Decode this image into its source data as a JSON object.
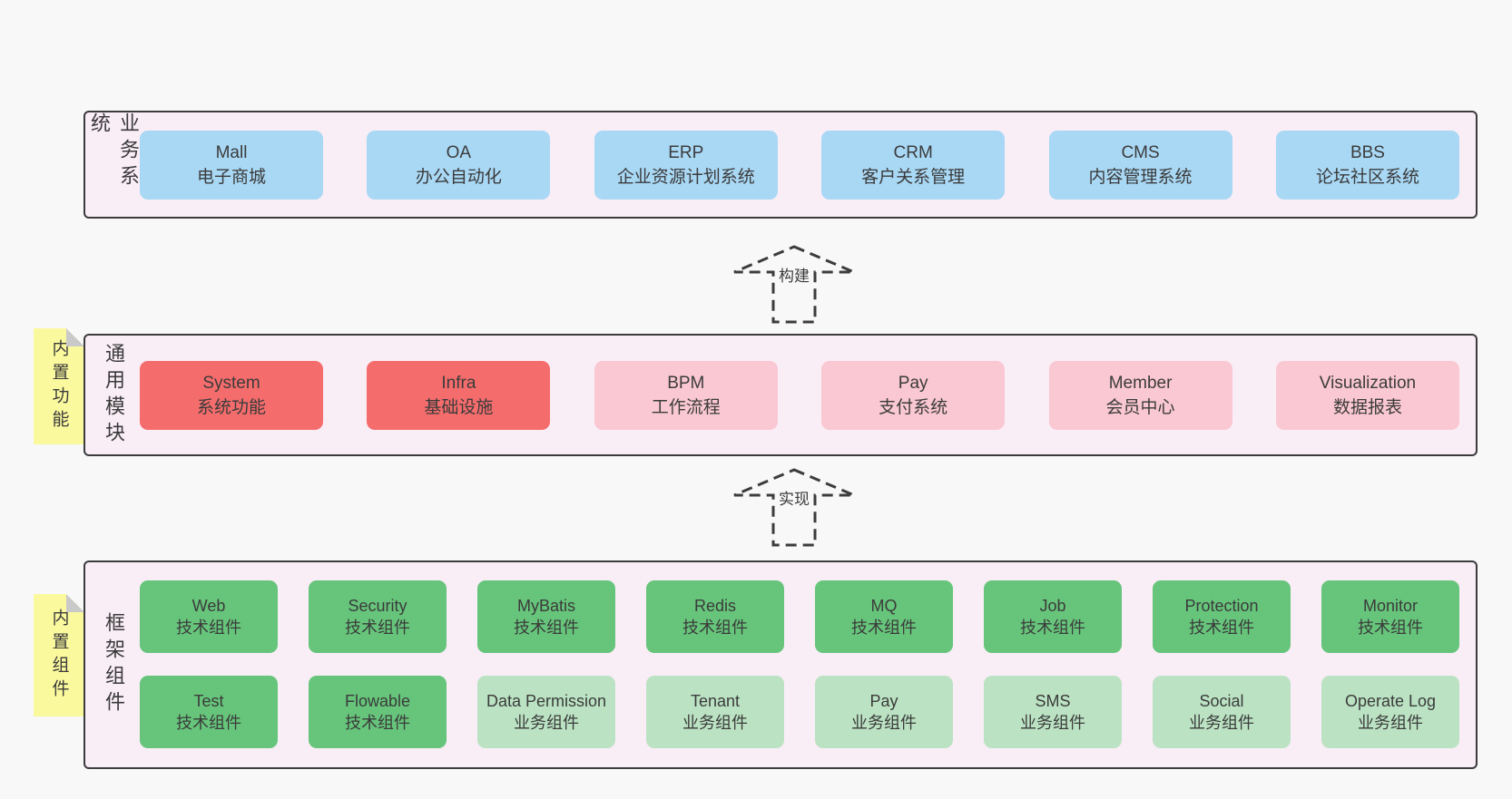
{
  "diagram": {
    "colors": {
      "page_bg": "#f8f8f8",
      "panel_bg": "#f9edf6",
      "panel_border": "#3c3c3c",
      "blue": "#a9d8f5",
      "red": "#f56c6c",
      "pink": "#fac8d2",
      "green": "#66c57b",
      "light_green": "#bbe3c3",
      "yellow": "#fbf99e",
      "fold_gray": "#c9c9c9",
      "text": "#3b3b3b"
    },
    "sections": {
      "business": {
        "label": "业务系统",
        "boxes": [
          {
            "title": "Mall",
            "subtitle": "电子商城",
            "variant": "blue"
          },
          {
            "title": "OA",
            "subtitle": "办公自动化",
            "variant": "blue"
          },
          {
            "title": "ERP",
            "subtitle": "企业资源计划系统",
            "variant": "blue"
          },
          {
            "title": "CRM",
            "subtitle": "客户关系管理",
            "variant": "blue"
          },
          {
            "title": "CMS",
            "subtitle": "内容管理系统",
            "variant": "blue"
          },
          {
            "title": "BBS",
            "subtitle": "论坛社区系统",
            "variant": "blue"
          }
        ]
      },
      "build_arrow": {
        "label": "构建"
      },
      "modules": {
        "label": "通用模块",
        "sticky": "内置功能",
        "boxes": [
          {
            "title": "System",
            "subtitle": "系统功能",
            "variant": "red"
          },
          {
            "title": "Infra",
            "subtitle": "基础设施",
            "variant": "red"
          },
          {
            "title": "BPM",
            "subtitle": "工作流程",
            "variant": "pink"
          },
          {
            "title": "Pay",
            "subtitle": "支付系统",
            "variant": "pink"
          },
          {
            "title": "Member",
            "subtitle": "会员中心",
            "variant": "pink"
          },
          {
            "title": "Visualization",
            "subtitle": "数据报表",
            "variant": "pink"
          }
        ]
      },
      "implement_arrow": {
        "label": "实现"
      },
      "framework": {
        "label": "框架组件",
        "sticky": "内置组件",
        "row1": [
          {
            "title": "Web",
            "subtitle": "技术组件",
            "variant": "green"
          },
          {
            "title": "Security",
            "subtitle": "技术组件",
            "variant": "green"
          },
          {
            "title": "MyBatis",
            "subtitle": "技术组件",
            "variant": "green"
          },
          {
            "title": "Redis",
            "subtitle": "技术组件",
            "variant": "green"
          },
          {
            "title": "MQ",
            "subtitle": "技术组件",
            "variant": "green"
          },
          {
            "title": "Job",
            "subtitle": "技术组件",
            "variant": "green"
          },
          {
            "title": "Protection",
            "subtitle": "技术组件",
            "variant": "green"
          },
          {
            "title": "Monitor",
            "subtitle": "技术组件",
            "variant": "green"
          }
        ],
        "row2": [
          {
            "title": "Test",
            "subtitle": "技术组件",
            "variant": "green"
          },
          {
            "title": "Flowable",
            "subtitle": "技术组件",
            "variant": "green"
          },
          {
            "title": "Data Permission",
            "subtitle": "业务组件",
            "variant": "light_green"
          },
          {
            "title": "Tenant",
            "subtitle": "业务组件",
            "variant": "light_green"
          },
          {
            "title": "Pay",
            "subtitle": "业务组件",
            "variant": "light_green"
          },
          {
            "title": "SMS",
            "subtitle": "业务组件",
            "variant": "light_green"
          },
          {
            "title": "Social",
            "subtitle": "业务组件",
            "variant": "light_green"
          },
          {
            "title": "Operate Log",
            "subtitle": "业务组件",
            "variant": "light_green"
          }
        ]
      }
    }
  }
}
